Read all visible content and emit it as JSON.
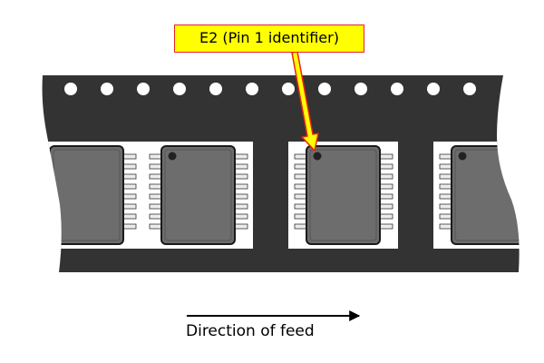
{
  "callout": {
    "label": "E2 (Pin 1 identifier)"
  },
  "feed": {
    "label": "Direction of feed"
  },
  "colors": {
    "tape": "#333333",
    "pocket": "#ffffff",
    "chip_body": "#6d6d6d",
    "chip_outline": "#1a1a1a",
    "lead": "#ececec",
    "callout_fill": "#ffff00",
    "callout_border": "#e8231b",
    "arrow": "#000000"
  },
  "diagram": {
    "sprocket_hole_count": 12,
    "visible_chip_count": 4,
    "leads_per_side": 8
  }
}
